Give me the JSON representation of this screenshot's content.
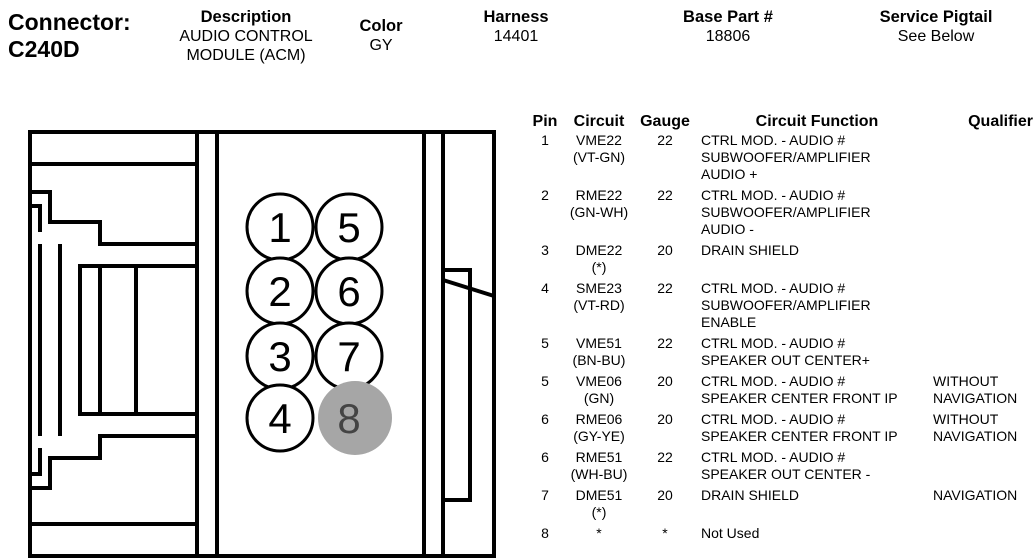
{
  "header": {
    "connector_line1": "Connector:",
    "connector_line2": "C240D",
    "description": {
      "label": "Description",
      "line1": "AUDIO CONTROL",
      "line2": "MODULE (ACM)"
    },
    "color": {
      "label": "Color",
      "value": "GY"
    },
    "harness": {
      "label": "Harness",
      "value": "14401"
    },
    "base_part": {
      "label": "Base Part #",
      "value": "18806"
    },
    "service_pigtail": {
      "label": "Service Pigtail",
      "value": "See Below"
    }
  },
  "connector": {
    "pins": [
      "1",
      "2",
      "3",
      "4",
      "5",
      "6",
      "7",
      "8"
    ],
    "unused_pin": "8",
    "unused_fill": "#a6a6a6"
  },
  "table": {
    "headers": {
      "pin": "Pin",
      "circuit": "Circuit",
      "gauge": "Gauge",
      "function": "Circuit Function",
      "qualifier": "Qualifier"
    },
    "rows": [
      {
        "pin": "1",
        "circuit": "VME22\n(VT-GN)",
        "gauge": "22",
        "function": "CTRL MOD. - AUDIO #\nSUBWOOFER/AMPLIFIER\nAUDIO +",
        "qualifier": ""
      },
      {
        "pin": "2",
        "circuit": "RME22\n(GN-WH)",
        "gauge": "22",
        "function": "CTRL MOD. - AUDIO #\nSUBWOOFER/AMPLIFIER\nAUDIO -",
        "qualifier": ""
      },
      {
        "pin": "3",
        "circuit": "DME22\n(*)",
        "gauge": "20",
        "function": "DRAIN SHIELD",
        "qualifier": ""
      },
      {
        "pin": "4",
        "circuit": "SME23\n(VT-RD)",
        "gauge": "22",
        "function": "CTRL MOD. - AUDIO #\nSUBWOOFER/AMPLIFIER\nENABLE",
        "qualifier": ""
      },
      {
        "pin": "5",
        "circuit": "VME51\n(BN-BU)",
        "gauge": "22",
        "function": "CTRL MOD. - AUDIO #\nSPEAKER OUT CENTER+",
        "qualifier": ""
      },
      {
        "pin": "5",
        "circuit": "VME06\n(GN)",
        "gauge": "20",
        "function": "CTRL MOD. - AUDIO #\nSPEAKER CENTER FRONT IP",
        "qualifier": "WITHOUT\nNAVIGATION"
      },
      {
        "pin": "6",
        "circuit": "RME06\n(GY-YE)",
        "gauge": "20",
        "function": "CTRL MOD. - AUDIO #\nSPEAKER CENTER FRONT IP",
        "qualifier": "WITHOUT\nNAVIGATION"
      },
      {
        "pin": "6",
        "circuit": "RME51\n(WH-BU)",
        "gauge": "22",
        "function": "CTRL MOD. - AUDIO #\nSPEAKER OUT CENTER -",
        "qualifier": ""
      },
      {
        "pin": "7",
        "circuit": "DME51\n(*)",
        "gauge": "20",
        "function": "DRAIN SHIELD",
        "qualifier": "NAVIGATION"
      },
      {
        "pin": "8",
        "circuit": "*",
        "gauge": "*",
        "function": "Not Used",
        "qualifier": ""
      }
    ]
  }
}
